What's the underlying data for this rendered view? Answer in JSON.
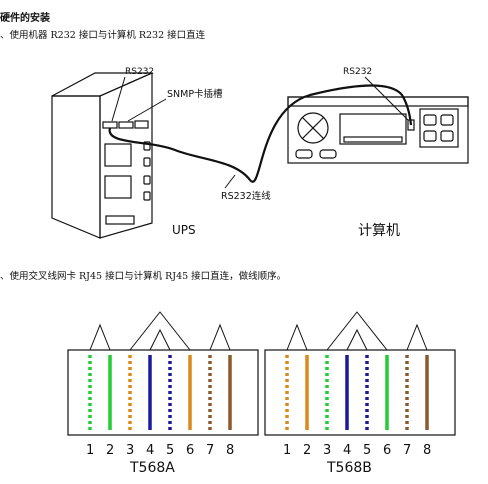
{
  "doc": {
    "heading": "硬件的安装",
    "step1": "、使用机器 R232 接口与计算机 R232 接口直连",
    "step2": "、使用交叉线网卡 RJ45 接口与计算机 RJ45 接口直连，做线顺序。"
  },
  "diagram1": {
    "rs232_ups_label": "RS232",
    "snmp_label": "SNMP卡插槽",
    "rs232_pc_label": "RS232",
    "cable_label": "RS232连线",
    "ups_label": "UPS",
    "pc_label": "计算机"
  },
  "diagram2": {
    "panels": [
      {
        "caption": "T568A",
        "pin_numbers": [
          "1",
          "2",
          "3",
          "4",
          "5",
          "6",
          "7",
          "8"
        ],
        "wires": [
          {
            "color": "#22cc33",
            "style": "dashed"
          },
          {
            "color": "#22cc33",
            "style": "solid"
          },
          {
            "color": "#d98a1a",
            "style": "dashed"
          },
          {
            "color": "#1a1a9a",
            "style": "solid"
          },
          {
            "color": "#1a1a9a",
            "style": "dashed"
          },
          {
            "color": "#d98a1a",
            "style": "solid"
          },
          {
            "color": "#8a5a2a",
            "style": "dashed"
          },
          {
            "color": "#8a5a2a",
            "style": "solid"
          }
        ]
      },
      {
        "caption": "T568B",
        "pin_numbers": [
          "1",
          "2",
          "3",
          "4",
          "5",
          "6",
          "7",
          "8"
        ],
        "wires": [
          {
            "color": "#d98a1a",
            "style": "dashed"
          },
          {
            "color": "#d98a1a",
            "style": "solid"
          },
          {
            "color": "#22cc33",
            "style": "dashed"
          },
          {
            "color": "#1a1a9a",
            "style": "solid"
          },
          {
            "color": "#1a1a9a",
            "style": "dashed"
          },
          {
            "color": "#22cc33",
            "style": "solid"
          },
          {
            "color": "#8a5a2a",
            "style": "dashed"
          },
          {
            "color": "#8a5a2a",
            "style": "solid"
          }
        ]
      }
    ]
  }
}
